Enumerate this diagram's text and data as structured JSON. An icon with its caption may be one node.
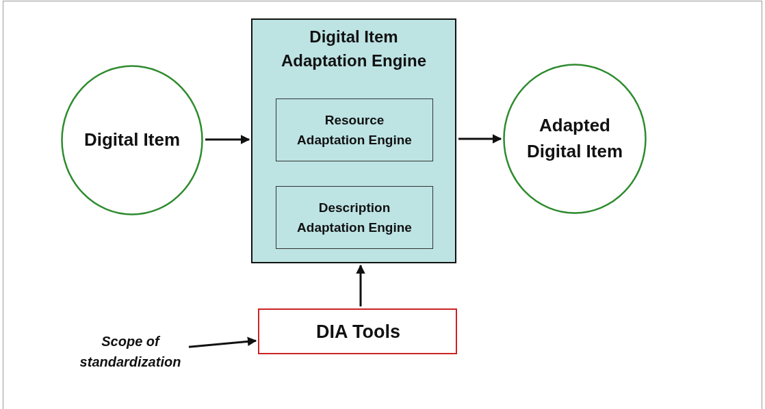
{
  "diagram": {
    "nodes": [
      {
        "text": [
          "Digital Item"
        ]
      },
      {
        "text": [
          "Digital Item Adaptation Engine"
        ]
      },
      {
        "text": [
          "Resource Adaptation Engine"
        ],
        "in": 1
      },
      {
        "text": [
          "Description Adaptation Engine"
        ],
        "in": 1
      },
      {
        "text": [
          "Adapted Digital Item"
        ]
      },
      {
        "text": [
          "DIA Tools"
        ]
      },
      {
        "text": [
          "Scope of standardization"
        ]
      }
    ],
    "edges": [
      {
        "from": 0,
        "to": 1,
        "arrow": "to"
      },
      {
        "from": 1,
        "to": 4,
        "arrow": "to"
      },
      {
        "from": 5,
        "to": 1,
        "arrow": "to"
      },
      {
        "from": 6,
        "to": 5,
        "arrow": "to"
      }
    ]
  }
}
